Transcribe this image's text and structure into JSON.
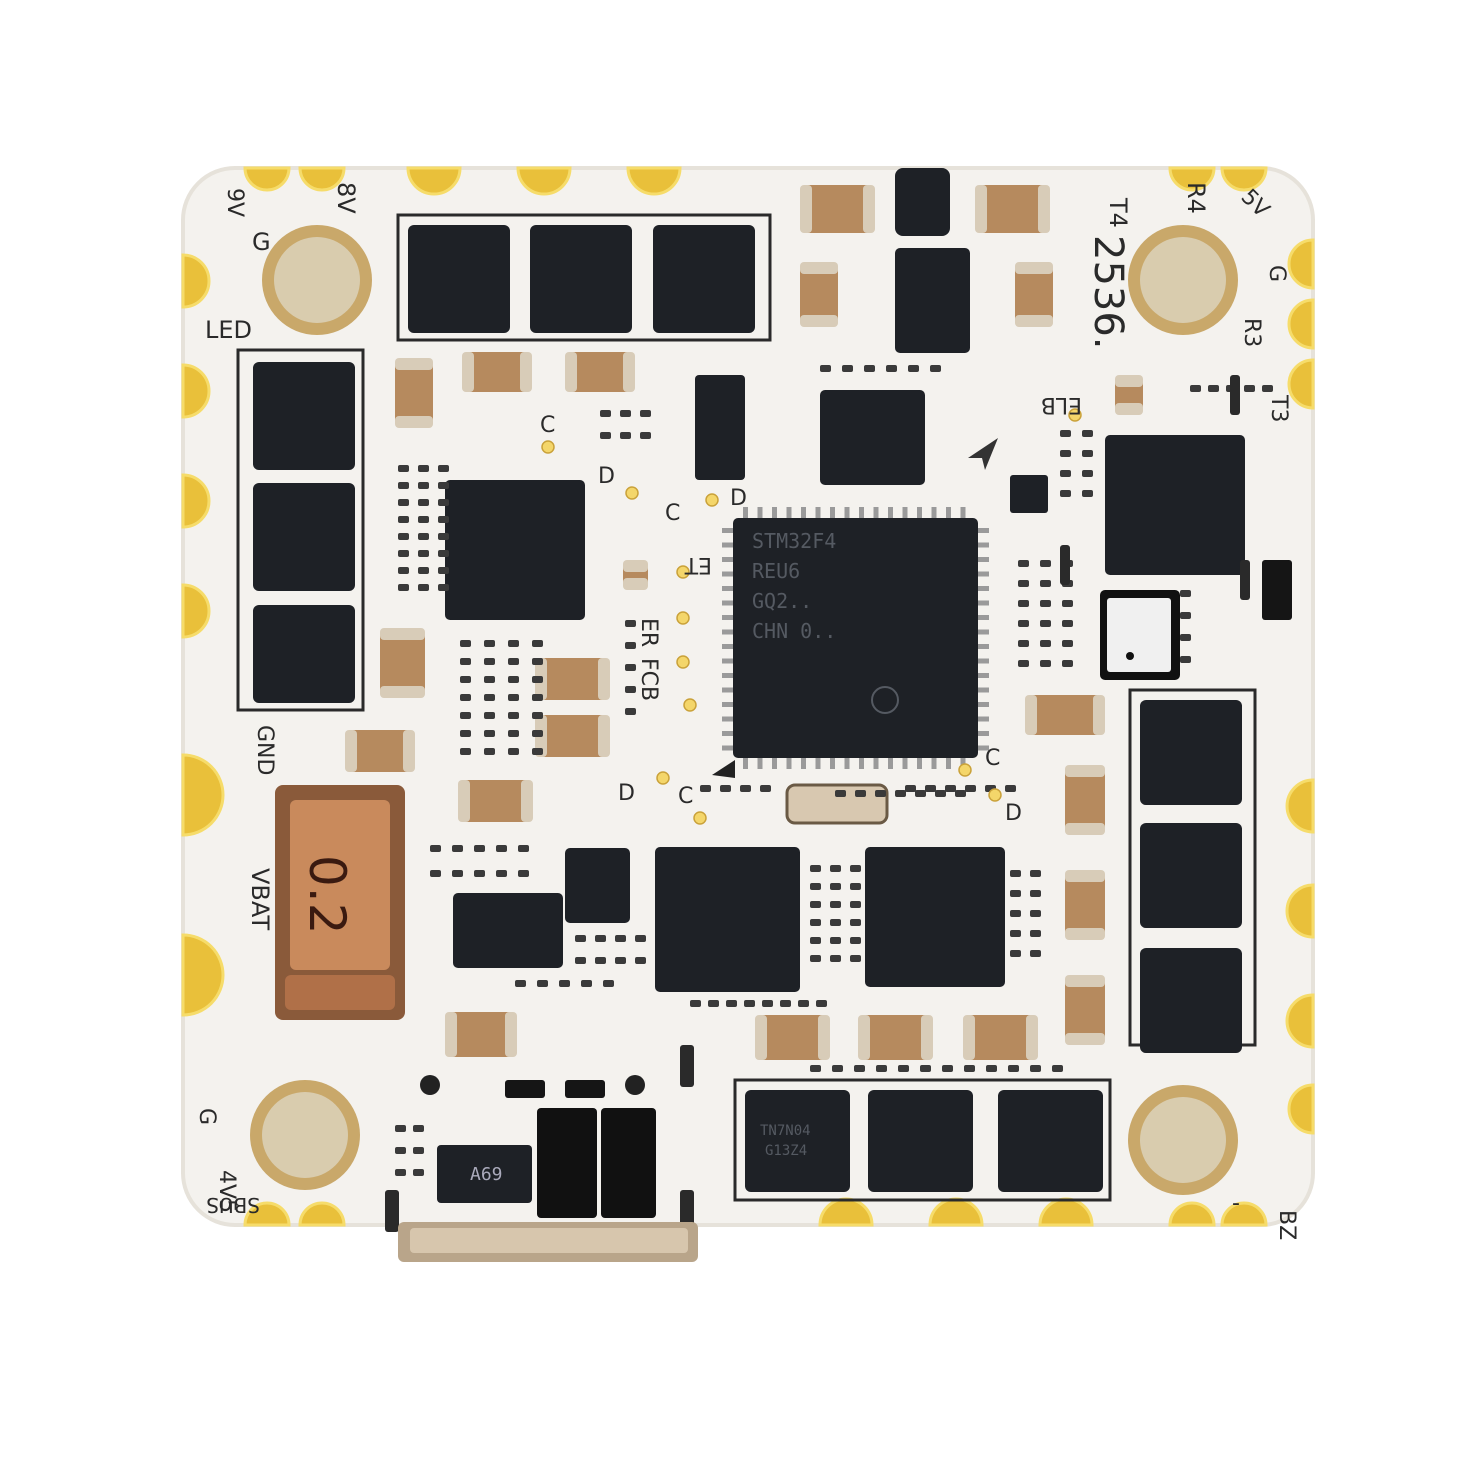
{
  "image": {
    "subject": "Flight controller circuit board, white PCB, top view",
    "colors": {
      "background": "#ffffff",
      "board": "#f4f2ee",
      "board_edge": "#e6e2da",
      "gold_pad": "#e9c03a",
      "gold_pad_light": "#f6dc6a",
      "mounting_ring": "#c9a86a",
      "mounting_inner": "#d9ccae",
      "chip": "#1e2126",
      "chip_text": "#555a62",
      "capacitor": "#b68a5e",
      "capacitor_end": "#d8ccb8",
      "shunt": "#c98a5c",
      "silkscreen": "#2a2a2a",
      "usb_metal": "#c8b8a2"
    }
  },
  "labels": {
    "pad_8v": "8V",
    "pad_9v": "9V",
    "pad_g_topleft": "G",
    "pad_led": "LED",
    "pad_gnd": "GND",
    "pad_vbat": "VBAT",
    "pad_g_bottomleft": "G",
    "pad_4v5": "4V5",
    "pad_sbus": "SBUS",
    "pad_t4": "T4",
    "pad_r4": "R4",
    "pad_5v": "5V",
    "pad_g_right": "G",
    "pad_r3": "R3",
    "pad_t3": "T3",
    "pad_bz": "BZ",
    "pad_bz_minus": "-",
    "board_code": "2536.",
    "elb": "ELB",
    "c1": "C",
    "d1": "D",
    "c2": "C",
    "d2": "D",
    "et": "ET",
    "er": "ER",
    "fcb": "FCB",
    "c3": "C",
    "d3": "D",
    "c4": "C",
    "d4": "D",
    "shunt_value": "0.2",
    "reg_marking": "A69",
    "mcu_marking": [
      "STM32F4",
      "REU6",
      "GQ2..",
      "CHN 0.."
    ],
    "mosfet_marking": [
      "TN7N04",
      "G13Z4"
    ]
  }
}
